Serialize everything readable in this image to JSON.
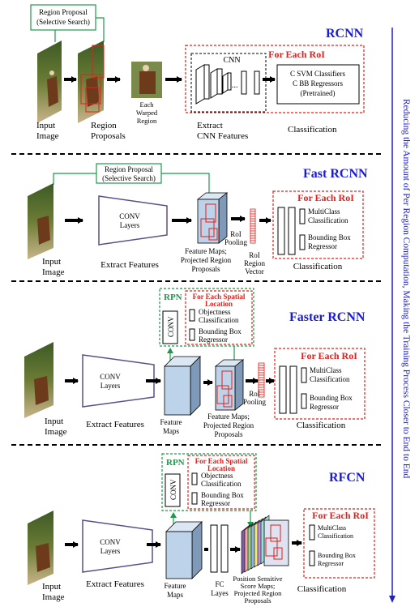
{
  "side_note": "Reducing the Amount of Per Region Computation, Making the Training Process Closer to End to End",
  "rcnn": {
    "title": "RCNN",
    "region_proposal_box": [
      "Region Proposal",
      "(Selective Search)"
    ],
    "input_image_label": [
      "Input",
      "Image"
    ],
    "region_proposals_label": [
      "Region",
      "Proposals"
    ],
    "warped_label": [
      "Each",
      "Warped",
      "Region"
    ],
    "cnn_label": "CNN",
    "extract_label": [
      "Extract",
      "CNN Features"
    ],
    "for_each_roi": "For Each RoI",
    "classifier_lines": [
      "C SVM Classifiers",
      "C BB Regressors",
      "(Pretrained)"
    ],
    "classification_label": "Classification"
  },
  "fast_rcnn": {
    "title": "Fast RCNN",
    "region_proposal_box": [
      "Region Proposal",
      "(Selective Search)"
    ],
    "input_image_label": [
      "Input",
      "Image"
    ],
    "conv_label": [
      "CONV",
      "Layers"
    ],
    "extract_label": "Extract Features",
    "feature_maps_label": [
      "Feature Maps;",
      "Projected Region",
      "Proposals"
    ],
    "roi_pooling_label": [
      "RoI",
      "Pooling"
    ],
    "roi_vector_label": [
      "RoI",
      "Region",
      "Vector"
    ],
    "for_each_roi": "For Each RoI",
    "multiclass_label": [
      "MultiClass",
      "Classification"
    ],
    "bbox_label": [
      "Bounding Box",
      "Regressor"
    ],
    "classification_label": "Classification"
  },
  "faster_rcnn": {
    "title": "Faster RCNN",
    "rpn_label": "RPN",
    "rpn_conv": "CONV",
    "for_each_spatial": [
      "For Each Spatial",
      "Location"
    ],
    "objectness_label": [
      "Objectness",
      "Classification"
    ],
    "rpn_bbox_label": [
      "Bounding Box",
      "Regressor"
    ],
    "input_image_label": [
      "Input",
      "Image"
    ],
    "conv_label": [
      "CONV",
      "Layers"
    ],
    "extract_label": "Extract Features",
    "feature_maps_label": [
      "Feature",
      "Maps"
    ],
    "projected_label": [
      "Feature Maps;",
      "Projected Region",
      "Proposals"
    ],
    "roi_pooling_label": [
      "RoI",
      "Pooling"
    ],
    "for_each_roi": "For Each RoI",
    "multiclass_label": [
      "MultiClass",
      "Classification"
    ],
    "bbox_label": [
      "Bounding Box",
      "Regressor"
    ],
    "classification_label": "Classification"
  },
  "rfcn": {
    "title": "RFCN",
    "rpn_label": "RPN",
    "rpn_conv": "CONV",
    "for_each_spatial": [
      "For Each Spatial",
      "Location"
    ],
    "objectness_label": [
      "Objectness",
      "Classification"
    ],
    "rpn_bbox_label": [
      "Bounding Box",
      "Regressor"
    ],
    "input_image_label": [
      "Input",
      "Image"
    ],
    "conv_label": [
      "CONV",
      "Layers"
    ],
    "extract_label": "Extract Features",
    "feature_maps_label": [
      "Feature",
      "Maps"
    ],
    "fc_label": [
      "FC",
      "Layes"
    ],
    "score_maps_label": [
      "Position Sensitive",
      "Score Maps;",
      "Projected Region",
      "Proposals"
    ],
    "for_each_roi": "For Each RoI",
    "multiclass_label": [
      "MultiClass",
      "Classification"
    ],
    "bbox_label": [
      "Bounding Box",
      "Regressor"
    ],
    "classification_label": "Classification"
  },
  "colors": {
    "title_blue": "#1a1adb",
    "red": "#e0201c",
    "green": "#1a9a4a",
    "purple": "#5a4f8c",
    "arrow_blue": "#2020c8",
    "feature_fill": "#bcd3ea",
    "feature_side": "#7f9ab8",
    "score_colors": [
      "#7b5ea7",
      "#f2a8a8",
      "#9ad08a",
      "#8bb6de",
      "#f3e77f",
      "#c08ed6",
      "#9be0d6"
    ]
  }
}
